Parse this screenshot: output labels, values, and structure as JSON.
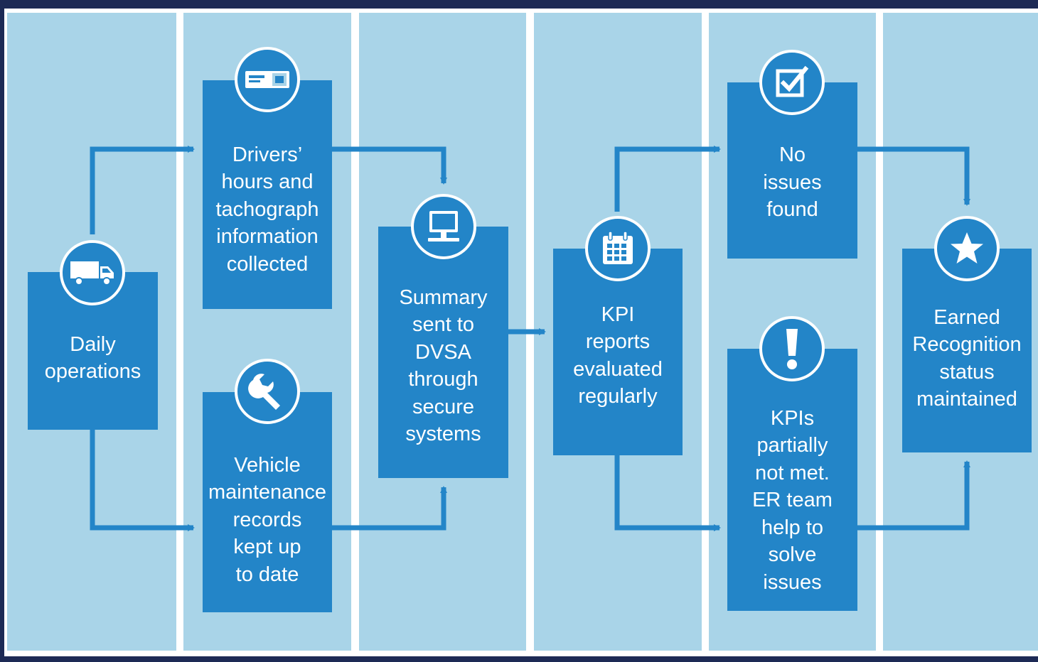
{
  "colors": {
    "background": "#1d2a55",
    "lane": "#a9d4e8",
    "box": "#2385c8",
    "connector": "#2385c8",
    "icon": "#ffffff"
  },
  "steps": {
    "daily": {
      "label": "Daily\noperations",
      "icon": "truck-icon"
    },
    "drivers": {
      "label": "Drivers’\nhours and\ntachograph\ninformation\ncollected",
      "icon": "tachograph-card-icon"
    },
    "vehicle": {
      "label": "Vehicle\nmaintenance\nrecords\nkept up\nto date",
      "icon": "wrench-icon"
    },
    "summary": {
      "label": "Summary\nsent to\nDVSA\nthrough\nsecure\nsystems",
      "icon": "computer-monitor-icon"
    },
    "kpi": {
      "label": "KPI\nreports\nevaluated\nregularly",
      "icon": "calendar-icon"
    },
    "no_issues": {
      "label": "No\nissues\nfound",
      "icon": "checkbox-icon"
    },
    "kpis_partial": {
      "label": "KPIs\npartially\nnot met.\nER team\nhelp to\nsolve\nissues",
      "icon": "exclamation-icon"
    },
    "earned": {
      "label": "Earned\nRecognition\nstatus\nmaintained",
      "icon": "star-icon"
    }
  }
}
